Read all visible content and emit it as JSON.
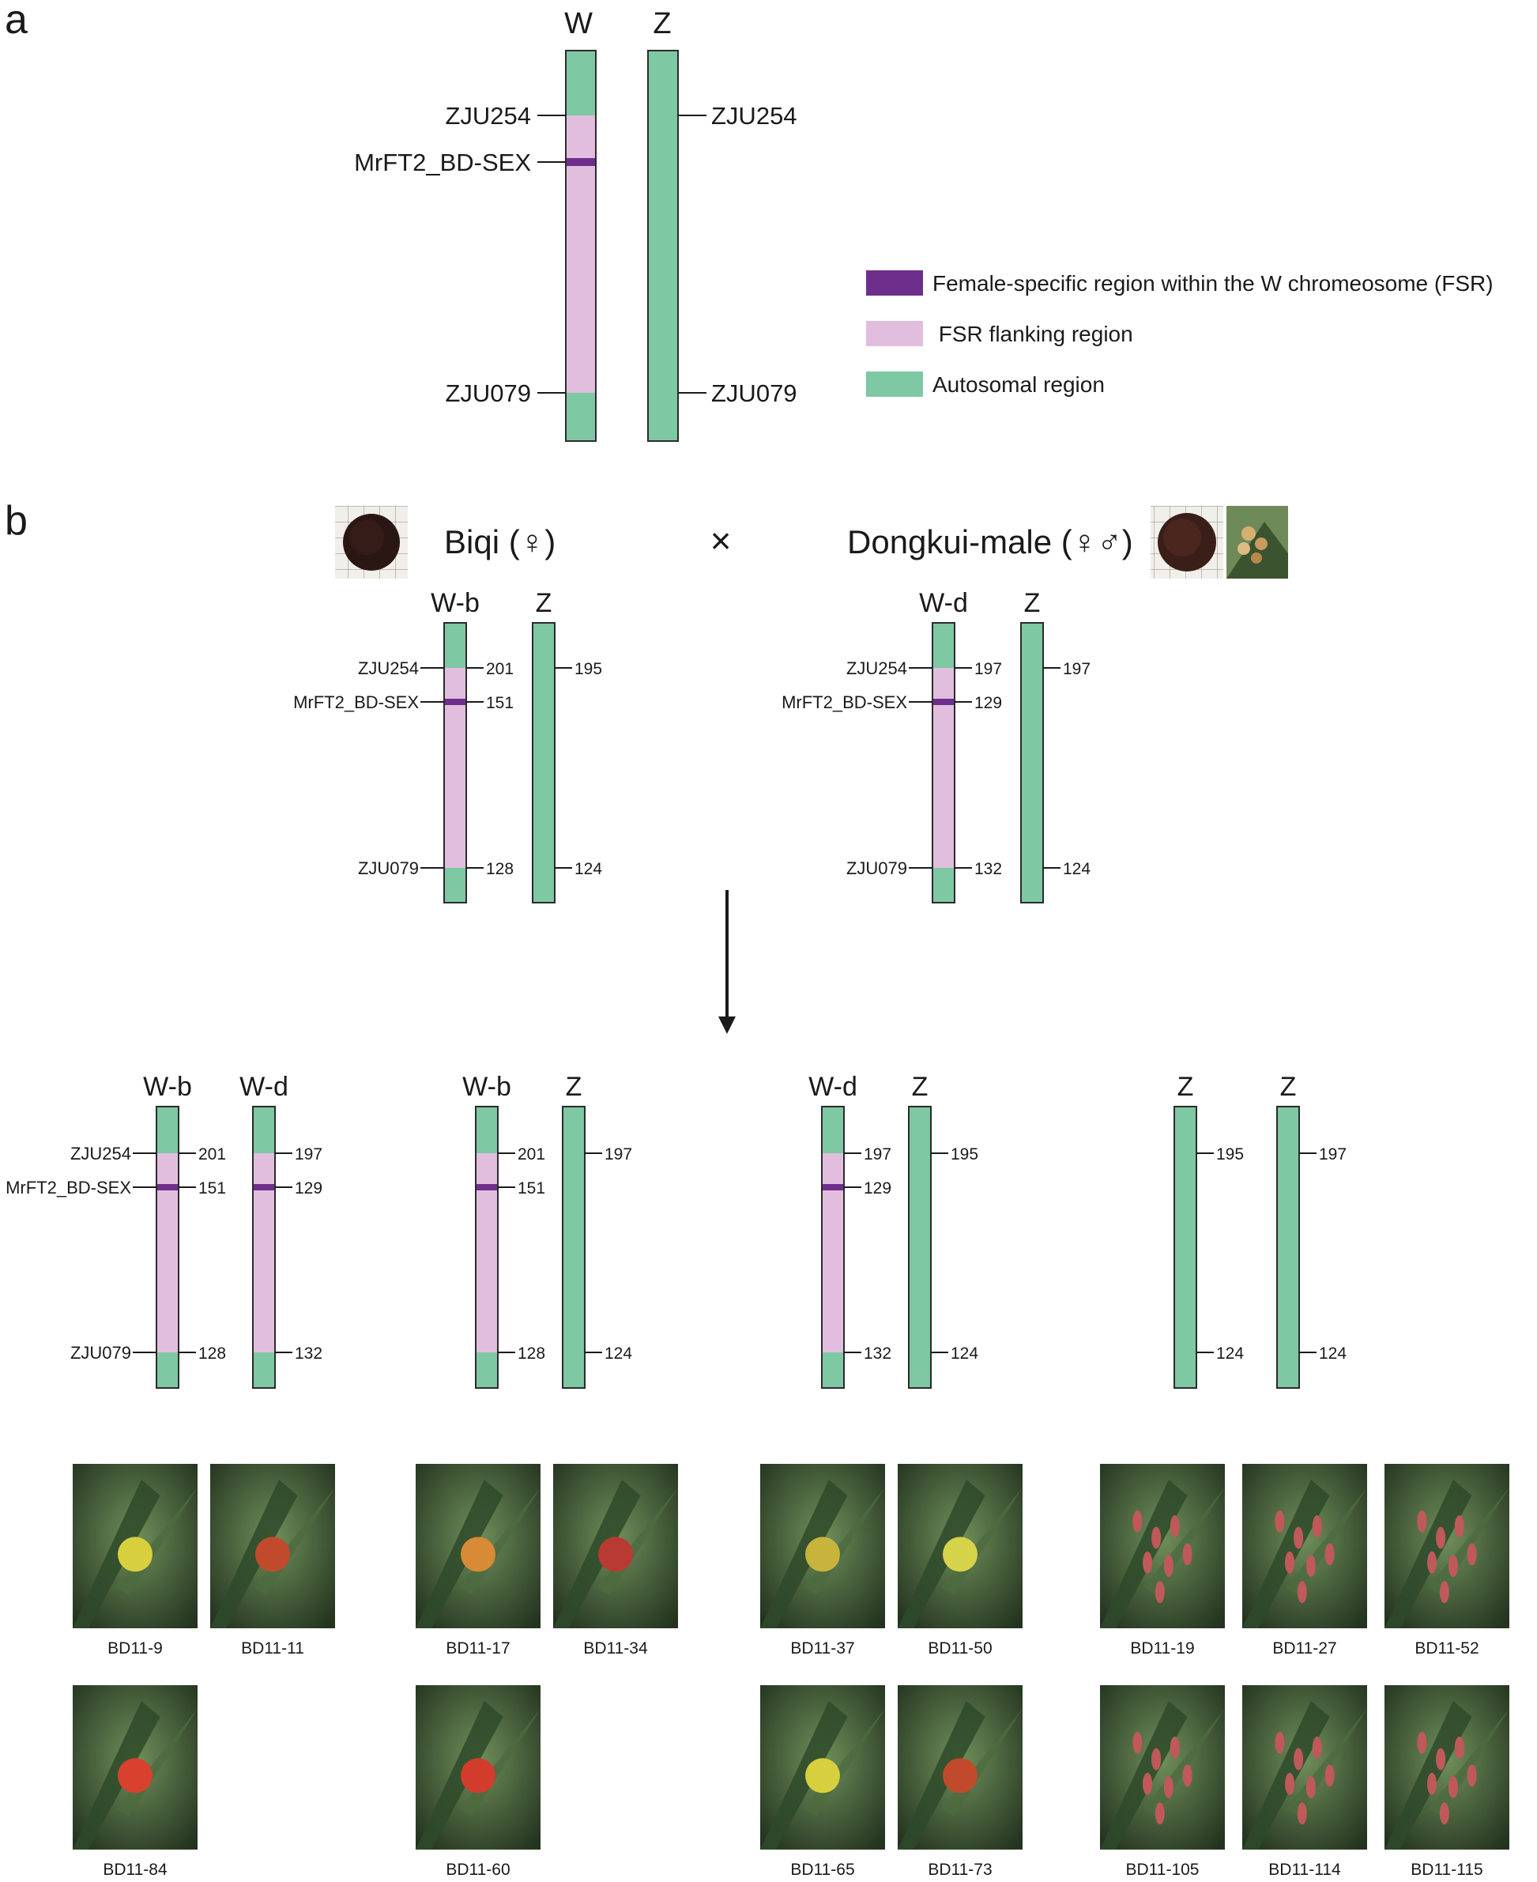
{
  "colors": {
    "fsr": "#6e2f8c",
    "flanking": "#e2bede",
    "autosomal": "#7ec8a3",
    "outline": "#2b2b2b",
    "text": "#1a1a1a"
  },
  "panel_a": {
    "label": "a",
    "headers": {
      "w": "W",
      "z": "Z"
    },
    "markers": {
      "zju254": "ZJU254",
      "mrft2": "MrFT2_BD-SEX",
      "zju079": "ZJU079"
    },
    "legend": {
      "fsr": "Female-specific region within the W chromeosome (FSR)",
      "flanking": " FSR flanking region",
      "autosomal": "Autosomal region"
    }
  },
  "panel_b": {
    "label": "b",
    "cross_symbol": "×",
    "parents": [
      {
        "name": "Biqi (♀)",
        "icons": [
          "fruit-photo-icon"
        ],
        "chromosomes": [
          {
            "type": "W",
            "name": "W-b",
            "v254": "201",
            "vmr": "151",
            "v079": "128",
            "labels": true
          },
          {
            "type": "Z",
            "name": "Z",
            "v254": "195",
            "v079": "124"
          }
        ]
      },
      {
        "name": "Dongkui-male (♀♂)",
        "icons": [
          "fruit-photo-icon",
          "flower-photo-icon"
        ],
        "chromosomes": [
          {
            "type": "W",
            "name": "W-d",
            "v254": "197",
            "vmr": "129",
            "v079": "132",
            "labels": true
          },
          {
            "type": "Z",
            "name": "Z",
            "v254": "197",
            "v079": "124"
          }
        ]
      }
    ],
    "marker_labels": {
      "zju254": "ZJU254",
      "mrft2": "MrFT2_BD-SEX",
      "zju079": "ZJU079"
    },
    "offspring": [
      {
        "chromosomes": [
          {
            "type": "W",
            "name": "W-b",
            "v254": "201",
            "vmr": "151",
            "v079": "128",
            "labels": true
          },
          {
            "type": "W",
            "name": "W-d",
            "v254": "197",
            "vmr": "129",
            "v079": "132"
          }
        ],
        "photos": [
          {
            "caption": "BD11-9",
            "kind": "fruit"
          },
          {
            "caption": "BD11-11",
            "kind": "fruit"
          },
          {
            "caption": "BD11-84",
            "kind": "fruit"
          }
        ]
      },
      {
        "chromosomes": [
          {
            "type": "W",
            "name": "W-b",
            "v254": "201",
            "vmr": "151",
            "v079": "128"
          },
          {
            "type": "Z",
            "name": "Z",
            "v254": "197",
            "v079": "124"
          }
        ],
        "photos": [
          {
            "caption": "BD11-17",
            "kind": "fruit"
          },
          {
            "caption": "BD11-34",
            "kind": "fruit"
          },
          {
            "caption": "BD11-60",
            "kind": "fruit"
          }
        ]
      },
      {
        "chromosomes": [
          {
            "type": "W",
            "name": "W-d",
            "v254": "197",
            "vmr": "129",
            "v079": "132"
          },
          {
            "type": "Z",
            "name": "Z",
            "v254": "195",
            "v079": "124"
          }
        ],
        "photos": [
          {
            "caption": "BD11-37",
            "kind": "fruit"
          },
          {
            "caption": "BD11-50",
            "kind": "fruit"
          },
          {
            "caption": "BD11-65",
            "kind": "fruit"
          },
          {
            "caption": "BD11-73",
            "kind": "fruit"
          }
        ]
      },
      {
        "chromosomes": [
          {
            "type": "Z",
            "name": "Z",
            "v254": "195",
            "v079": "124"
          },
          {
            "type": "Z",
            "name": "Z",
            "v254": "197",
            "v079": "124"
          }
        ],
        "photos": [
          {
            "caption": "BD11-19",
            "kind": "flower"
          },
          {
            "caption": "BD11-27",
            "kind": "flower"
          },
          {
            "caption": "BD11-52",
            "kind": "flower"
          },
          {
            "caption": "BD11-105",
            "kind": "flower"
          },
          {
            "caption": "BD11-114",
            "kind": "flower"
          },
          {
            "caption": "BD11-115",
            "kind": "flower"
          }
        ]
      }
    ]
  }
}
